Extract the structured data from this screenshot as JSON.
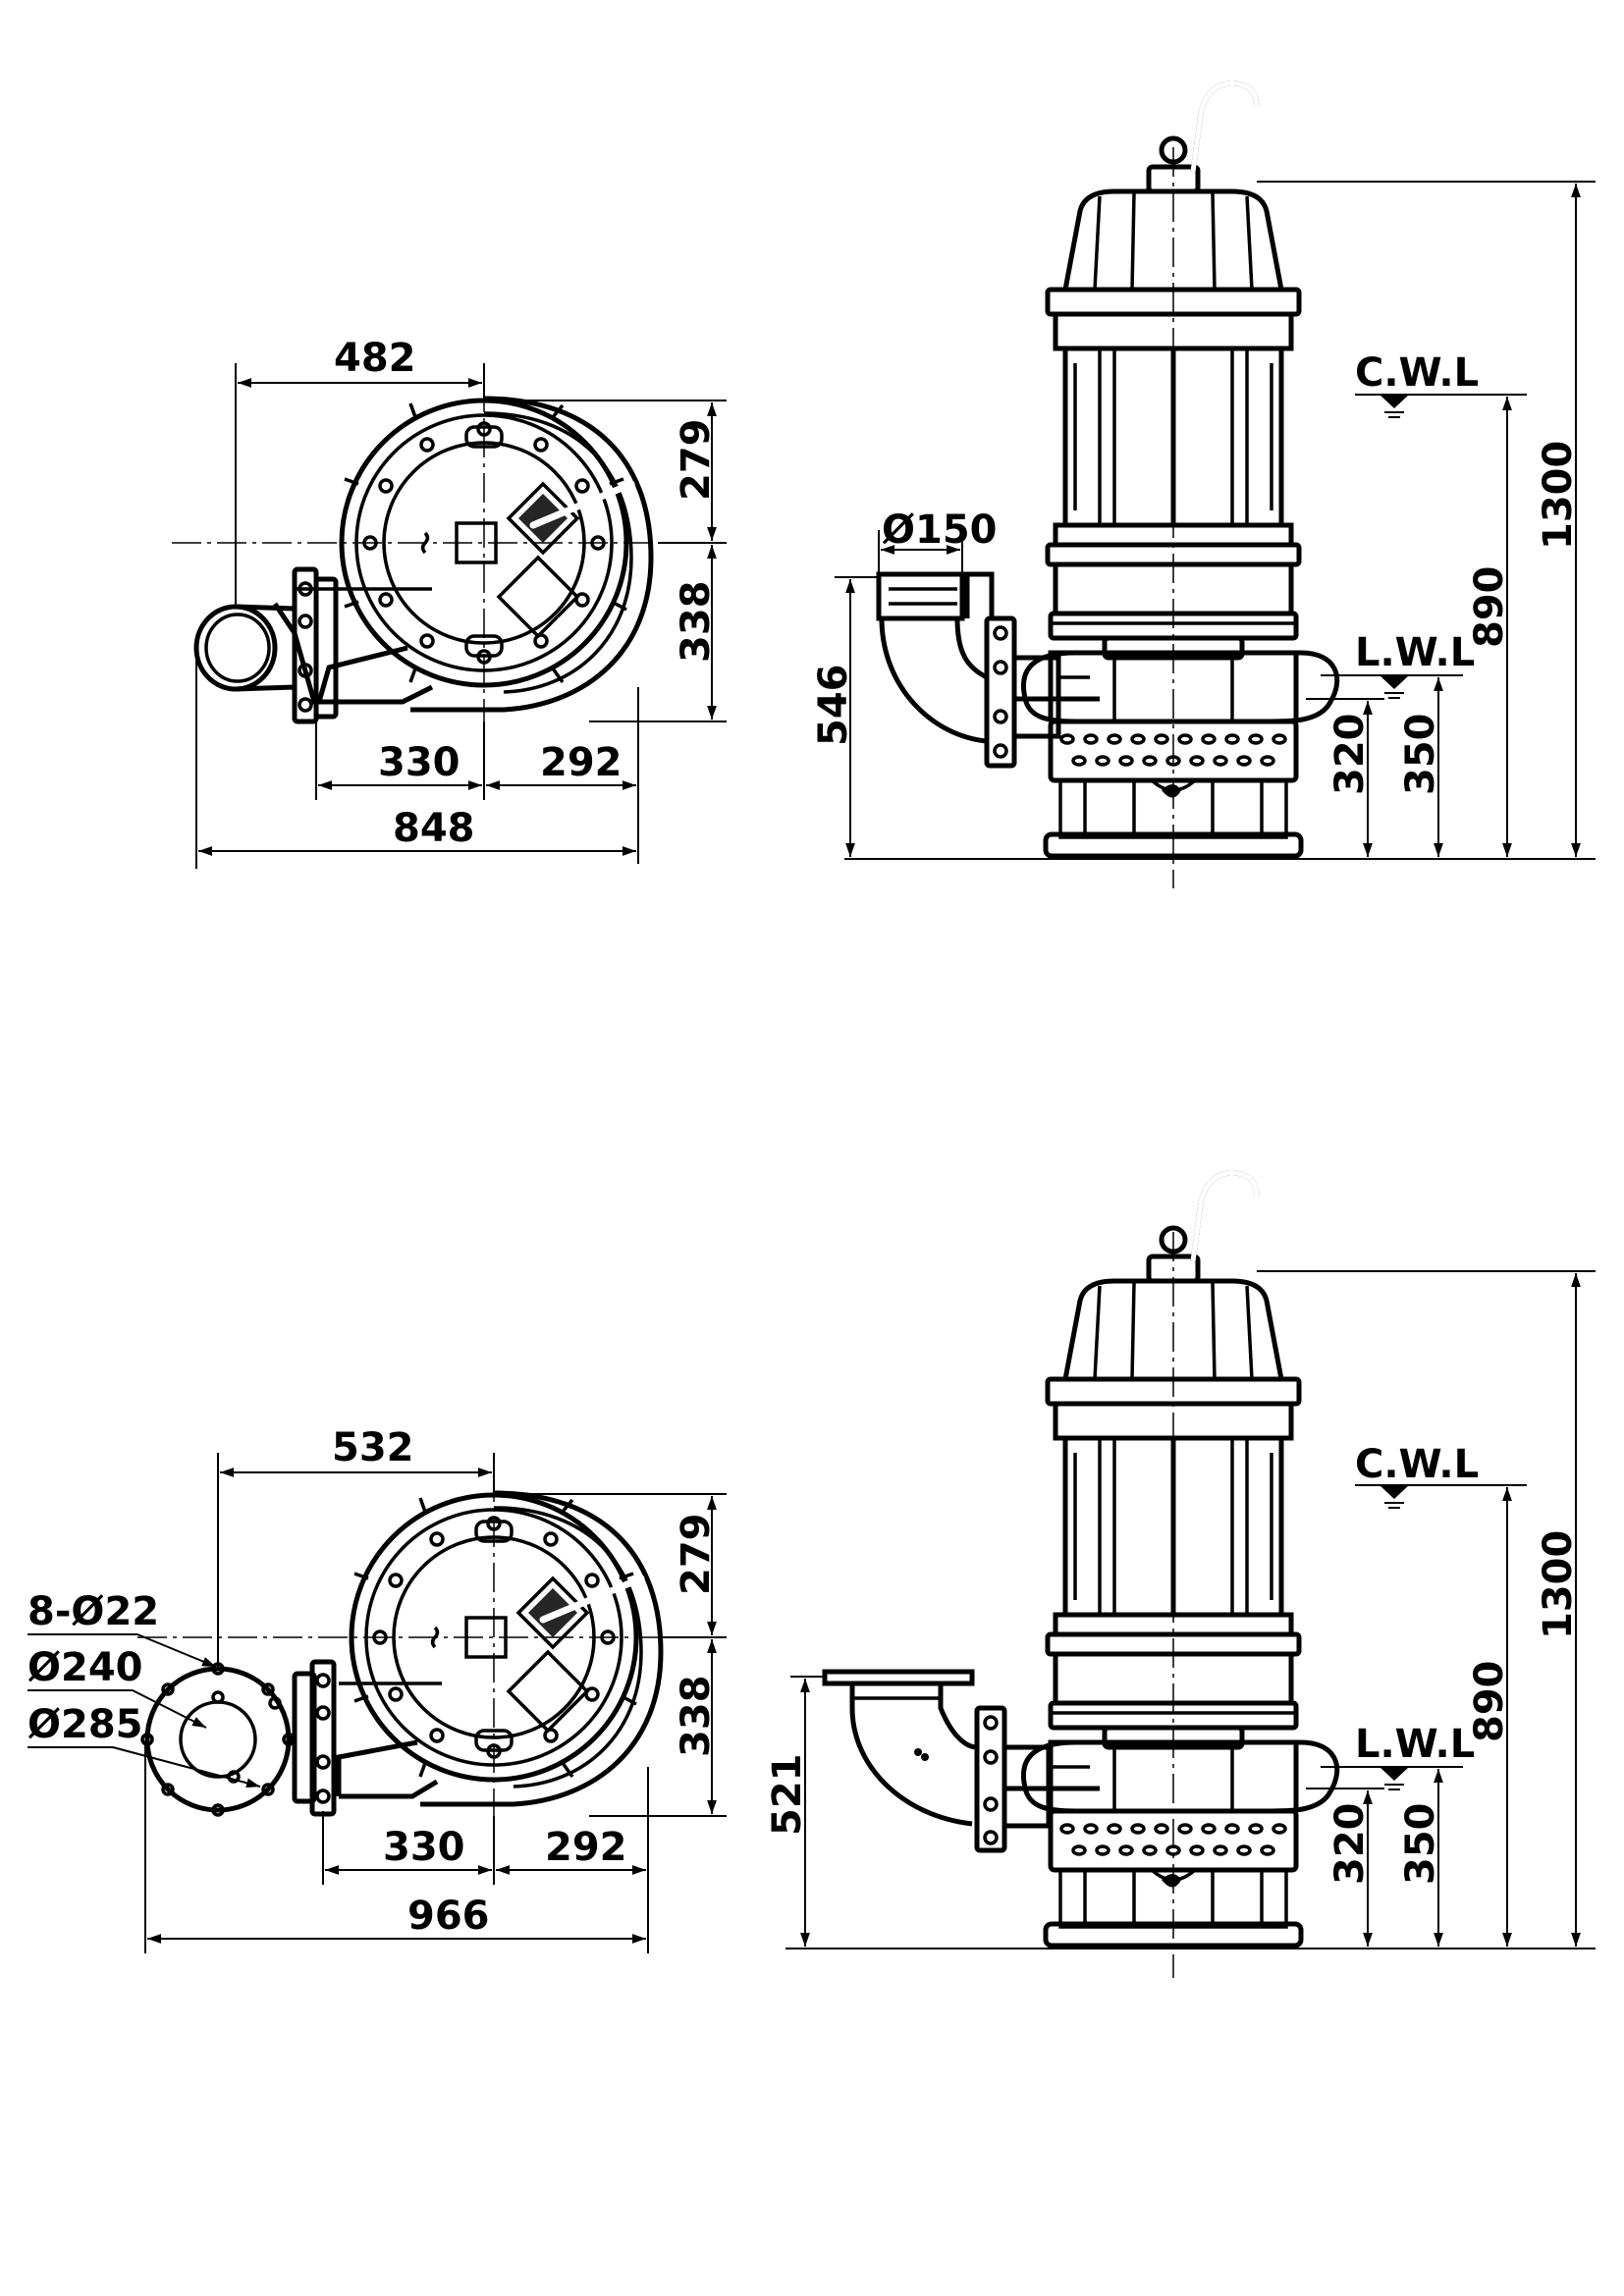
{
  "drawing_1": {
    "plan": {
      "dim_top": "482",
      "dim_right_upper": "279",
      "dim_right_lower": "338",
      "dim_bottom_left": "330",
      "dim_bottom_right": "292",
      "dim_overall": "848"
    },
    "elevation": {
      "outlet_diameter": "Ø150",
      "dim_outlet_height": "546",
      "cwl_label": "C.W.L",
      "lwl_label": "L.W.L",
      "dim_total_height": "1300",
      "dim_cwl_height": "890",
      "dim_lwl_height": "350",
      "dim_axis_height": "320"
    }
  },
  "drawing_2": {
    "plan": {
      "dim_top": "532",
      "dim_right_upper": "279",
      "dim_right_lower": "338",
      "dim_bottom_left": "330",
      "dim_bottom_right": "292",
      "dim_overall": "966",
      "flange_holes": "8-Ø22",
      "flange_bolt_circle": "Ø240",
      "flange_outer": "Ø285"
    },
    "elevation": {
      "dim_outlet_height": "521",
      "cwl_label": "C.W.L",
      "lwl_label": "L.W.L",
      "dim_total_height": "1300",
      "dim_cwl_height": "890",
      "dim_lwl_height": "350",
      "dim_axis_height": "320"
    }
  }
}
